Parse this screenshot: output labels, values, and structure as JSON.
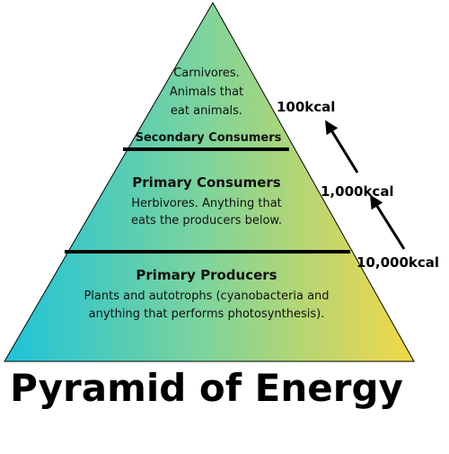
{
  "title": "Pyramid of Energy",
  "levels": [
    {
      "name": "Carnivores.",
      "description": [
        "Animals that",
        "eat animals."
      ]
    },
    {
      "name": "Secondary Consumers"
    },
    {
      "name": "Primary Consumers",
      "description": [
        "Herbivores.  Anything that",
        "eats the producers below."
      ]
    },
    {
      "name": "Primary Producers",
      "description": [
        "Plants and autotrophs (cyanobacteria and",
        "anything that performs photosynthesis)."
      ]
    }
  ],
  "energy": {
    "top": "100kcal",
    "middle": "1,000kcal",
    "bottom": "10,000kcal"
  },
  "colors": {
    "gradient_start": "#1ec3d9",
    "gradient_mid": "#80d49a",
    "gradient_end": "#f3d846",
    "outline": "#000000"
  }
}
